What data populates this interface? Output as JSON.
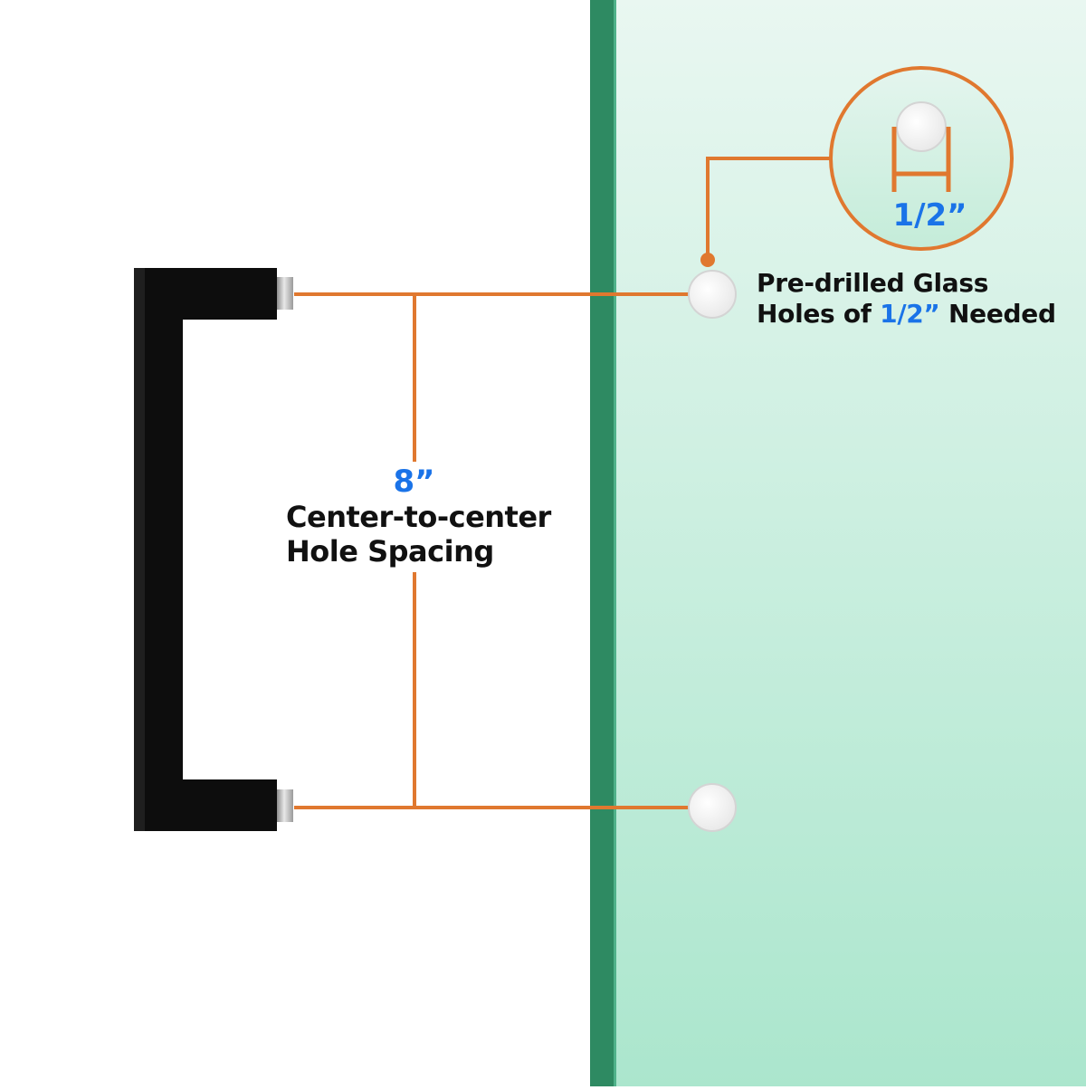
{
  "colors": {
    "background": "#ffffff",
    "glass_top": "#e9f7f1",
    "glass_bottom": "#abe6cd",
    "glass_edge": "#2e8a62",
    "dimension_line": "#e0782f",
    "accent_text": "#1a73e8",
    "body_text": "#111111",
    "handle": "#0d0d0d"
  },
  "spacing": {
    "value": "8”",
    "line1": "Center-to-center",
    "line2": "Hole Spacing"
  },
  "glass_holes": {
    "line1": "Pre-drilled Glass",
    "line2_prefix": "Holes of ",
    "line2_value": "1/2”",
    "line2_suffix": " Needed"
  },
  "zoom": {
    "value": "1/2”"
  },
  "icons": {
    "handle": "black-square-pull-handle",
    "mounting_posts": "brushed-steel-post",
    "holes": "drilled-glass-hole",
    "zoom": "magnified-hole-detail"
  }
}
